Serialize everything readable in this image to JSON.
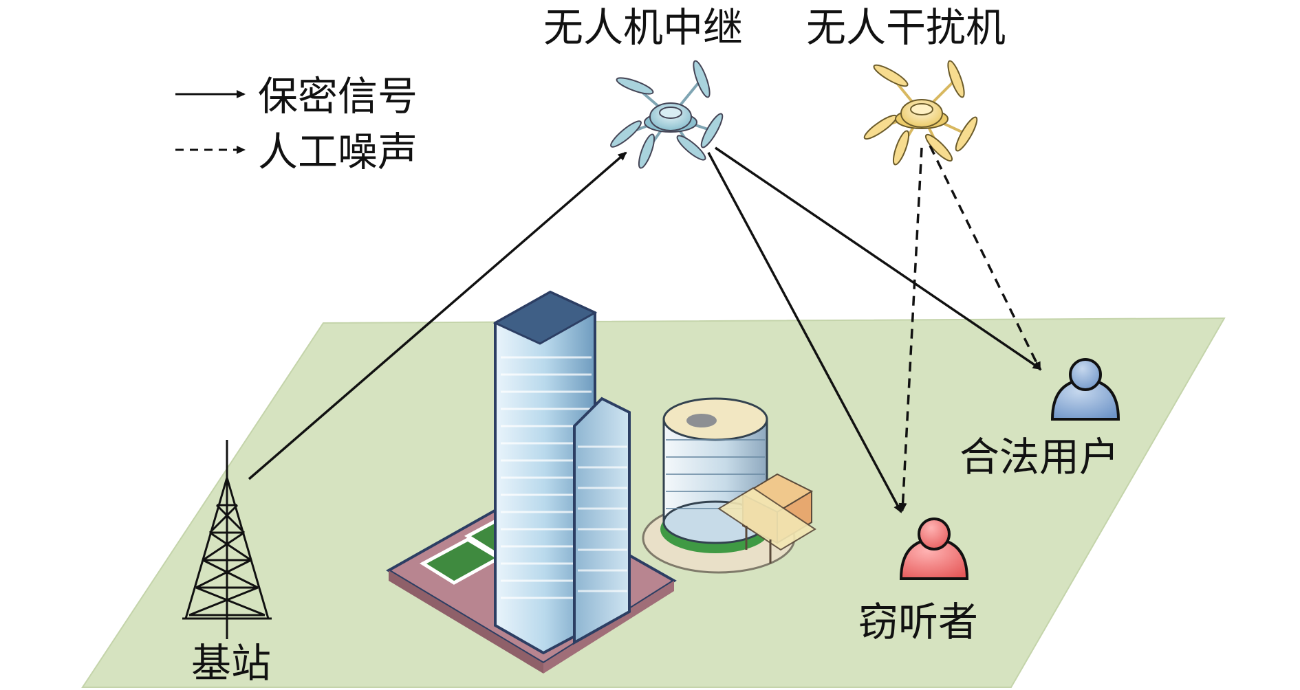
{
  "legend": {
    "items": [
      {
        "label": "保密信号",
        "style": "solid"
      },
      {
        "label": "人工噪声",
        "style": "dashed"
      }
    ]
  },
  "nodes": {
    "relay_uav": {
      "label": "无人机中继",
      "icon": "quadcopter-relay-icon",
      "color": "#a9d3dd"
    },
    "jammer_uav": {
      "label": "无人干扰机",
      "icon": "quadcopter-jammer-icon",
      "color": "#f7dc8f"
    },
    "base_station": {
      "label": "基站",
      "icon": "lattice-tower-icon"
    },
    "legit_user": {
      "label": "合法用户",
      "icon": "user-icon",
      "color": "#8fb0d8"
    },
    "eavesdropper": {
      "label": "窃听者",
      "icon": "user-icon",
      "color": "#f07a7a"
    }
  },
  "links": [
    {
      "from": "base_station",
      "to": "relay_uav",
      "style": "solid"
    },
    {
      "from": "relay_uav",
      "to": "legit_user",
      "style": "solid"
    },
    {
      "from": "relay_uav",
      "to": "eavesdropper",
      "style": "solid"
    },
    {
      "from": "jammer_uav",
      "to": "legit_user",
      "style": "dashed"
    },
    {
      "from": "jammer_uav",
      "to": "eavesdropper",
      "style": "dashed"
    }
  ],
  "colors": {
    "ground": "#d6e3c0",
    "arrow": "#111111"
  }
}
